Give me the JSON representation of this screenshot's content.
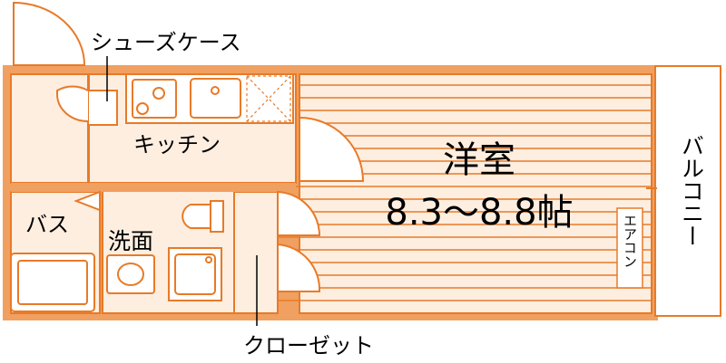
{
  "labels": {
    "shoe_case": "シューズケース",
    "kitchen": "キッチン",
    "room_name": "洋室",
    "room_size": "8.3〜8.8帖",
    "balcony": "バルコニー",
    "bath": "バス",
    "washroom": "洗面",
    "aircon": "エアコン",
    "closet": "クローゼット"
  },
  "colors": {
    "wall": "#f0a060",
    "wall_line": "#e87a28",
    "floor": "#fdeee0",
    "ink": "#000000",
    "paper": "#ffffff"
  }
}
